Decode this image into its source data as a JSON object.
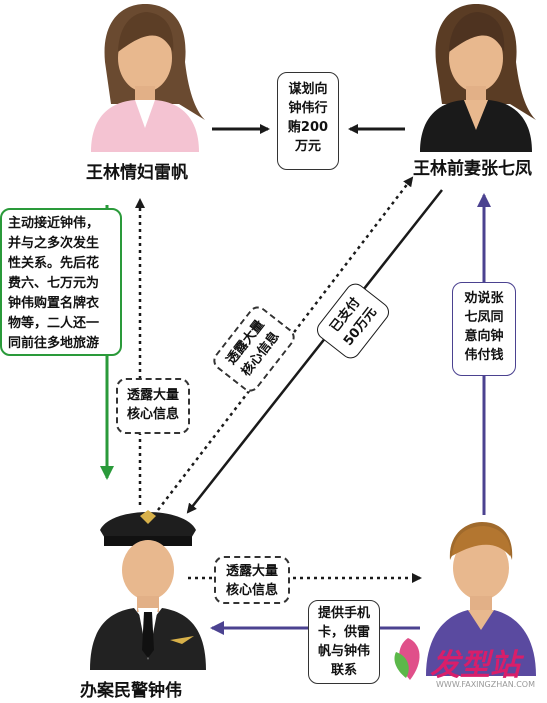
{
  "people": {
    "mistress": {
      "name": "王林情妇雷帆"
    },
    "exwife": {
      "name": "王林前妻张七凤"
    },
    "police": {
      "name": "办案民警钟伟"
    },
    "unnamed_man": {
      "name": ""
    }
  },
  "labels": {
    "plot": [
      "谋划向",
      "钟伟行",
      "贿200",
      "万元"
    ],
    "approach": [
      "主动接近钟伟，",
      "并与之多次发生",
      "性关系。先后花",
      "费六、七万元为",
      "钟伟购置名牌衣",
      "物等，二人还一",
      "同前往多地旅游"
    ],
    "leak_left": [
      "透露大量",
      "核心信息"
    ],
    "leak_diag": [
      "透露大量",
      "核心信息"
    ],
    "paid": [
      "已支付",
      "50万元"
    ],
    "persuade": [
      "劝说张",
      "七凤同",
      "意向钟",
      "伟付钱"
    ],
    "leak_bottom": [
      "透露大量",
      "核心信息"
    ],
    "provide": [
      "提供手机",
      "卡，供雷",
      "帆与钟伟",
      "联系"
    ]
  },
  "watermark": {
    "text": "发型站",
    "url": "WWW.FAXINGZHAN.COM"
  },
  "colors": {
    "green": "#2a9a3a",
    "purple": "#4b4290",
    "dark": "#1a1a1a"
  }
}
